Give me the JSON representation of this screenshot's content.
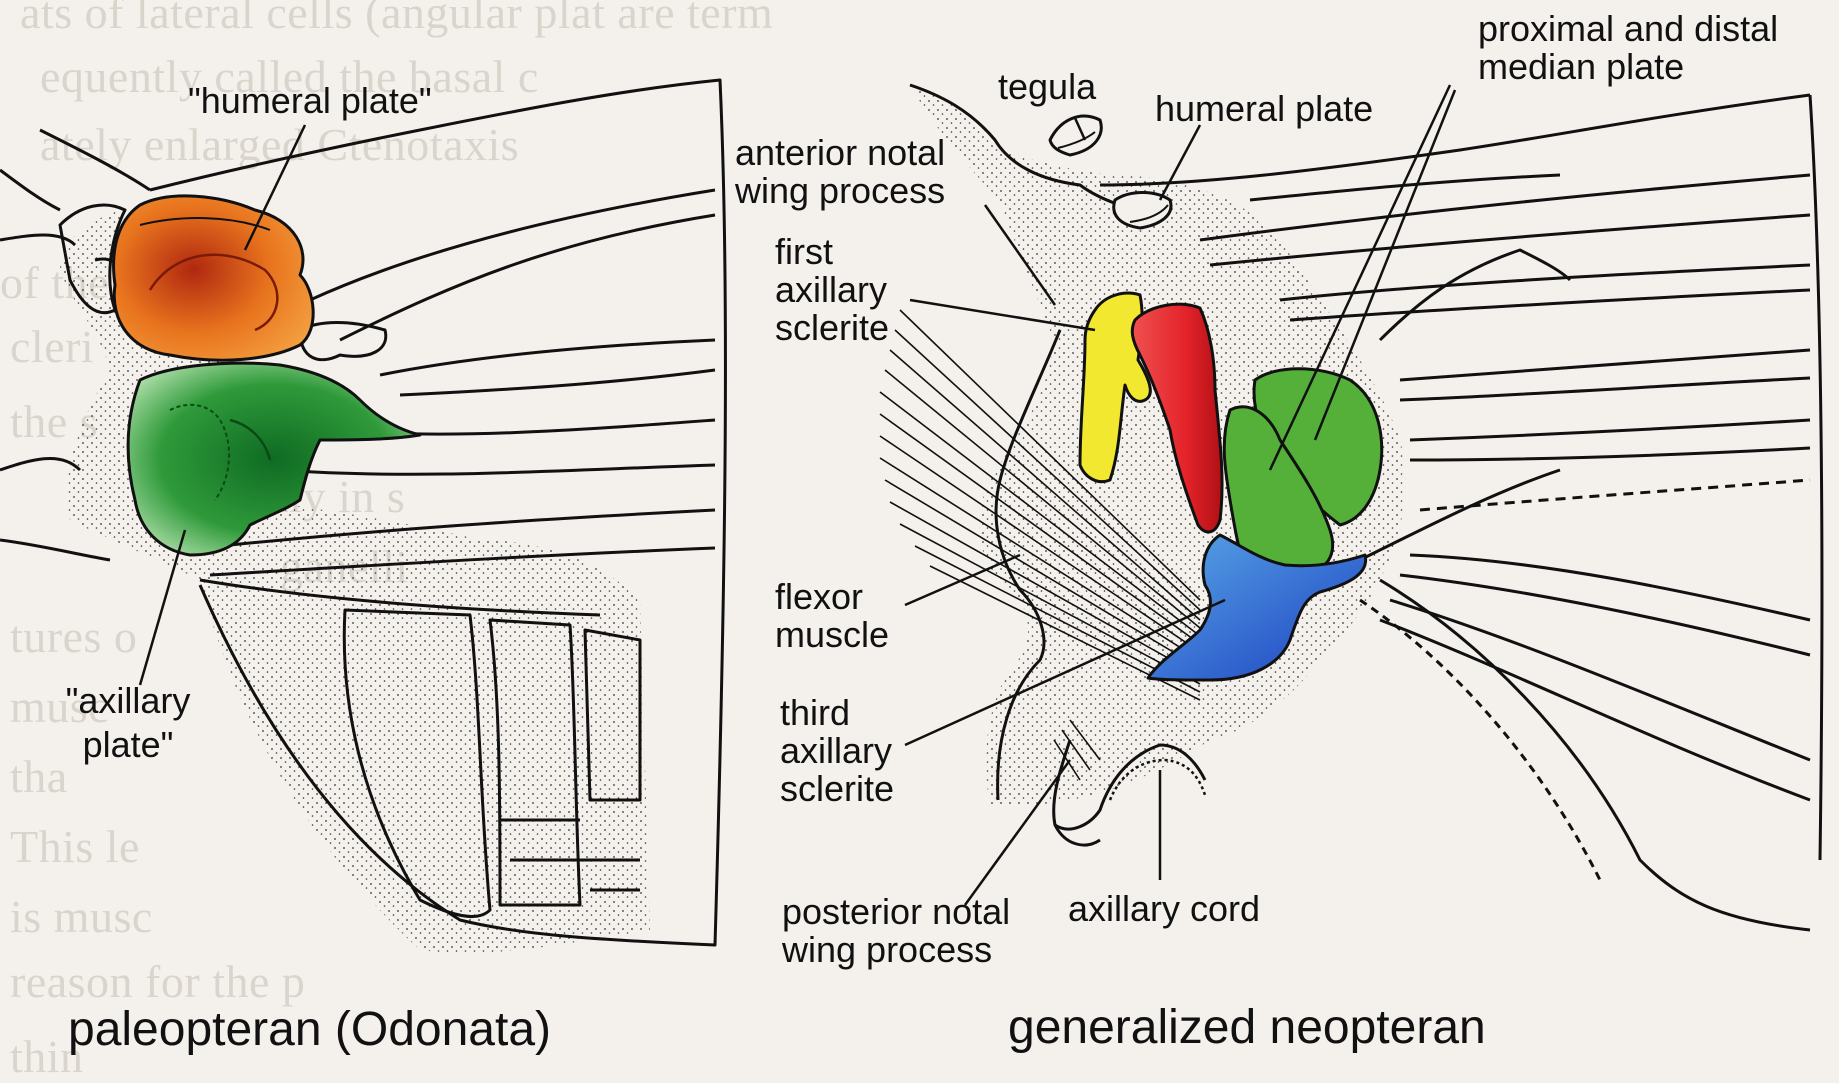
{
  "colors": {
    "background": "#f4f1ec",
    "humeral_plate": "#e8741e",
    "axillary_plate": "#2f9a3a",
    "first_axillary": "#f2e830",
    "second_axillary": "#e3232a",
    "median_plates": "#55b03a",
    "third_axillary": "#2c63d6"
  },
  "left_panel": {
    "caption": "paleopteran (Odonata)",
    "labels": {
      "humeral_plate": "\"humeral plate\"",
      "axillary_plate_line1": "\"axillary",
      "axillary_plate_line2": "plate\""
    }
  },
  "right_panel": {
    "caption": "generalized neopteran",
    "labels": {
      "tegula": "tegula",
      "humeral_plate": "humeral plate",
      "median_plate_line1": "proximal and distal",
      "median_plate_line2": "median plate",
      "anterior_notal_line1": "anterior notal",
      "anterior_notal_line2": "wing process",
      "first_axillary_line1": "first",
      "first_axillary_line2": "axillary",
      "first_axillary_line3": "sclerite",
      "flexor_line1": "flexor",
      "flexor_line2": "muscle",
      "third_axillary_line1": "third",
      "third_axillary_line2": "axillary",
      "third_axillary_line3": "sclerite",
      "posterior_notal_line1": "posterior notal",
      "posterior_notal_line2": "wing process",
      "axillary_cord": "axillary cord"
    }
  },
  "background_text": [
    "ats of lateral cells (angular plat are term",
    "equently called the basal c",
    "ately enlarged Ctenotaxis",
    "of the",
    "cleri",
    "the s",
    "ecially in s",
    "ganelli",
    "tures o",
    "musc",
    "tha",
    "This le",
    "is musc",
    "reason for the p",
    "thin"
  ]
}
